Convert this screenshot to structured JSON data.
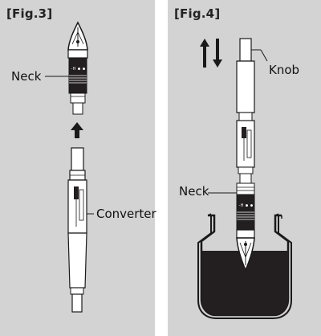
{
  "figures": [
    {
      "title": "[Fig.3]",
      "labels": {
        "neck": "Neck",
        "converter": "Converter"
      }
    },
    {
      "title": "[Fig.4]",
      "labels": {
        "knob": "Knob",
        "neck": "Neck"
      }
    }
  ],
  "colors": {
    "panel_bg": "#d3d3d3",
    "ink": "#231f20",
    "line": "#1a1a1a",
    "part_fill": "#ffffff"
  }
}
